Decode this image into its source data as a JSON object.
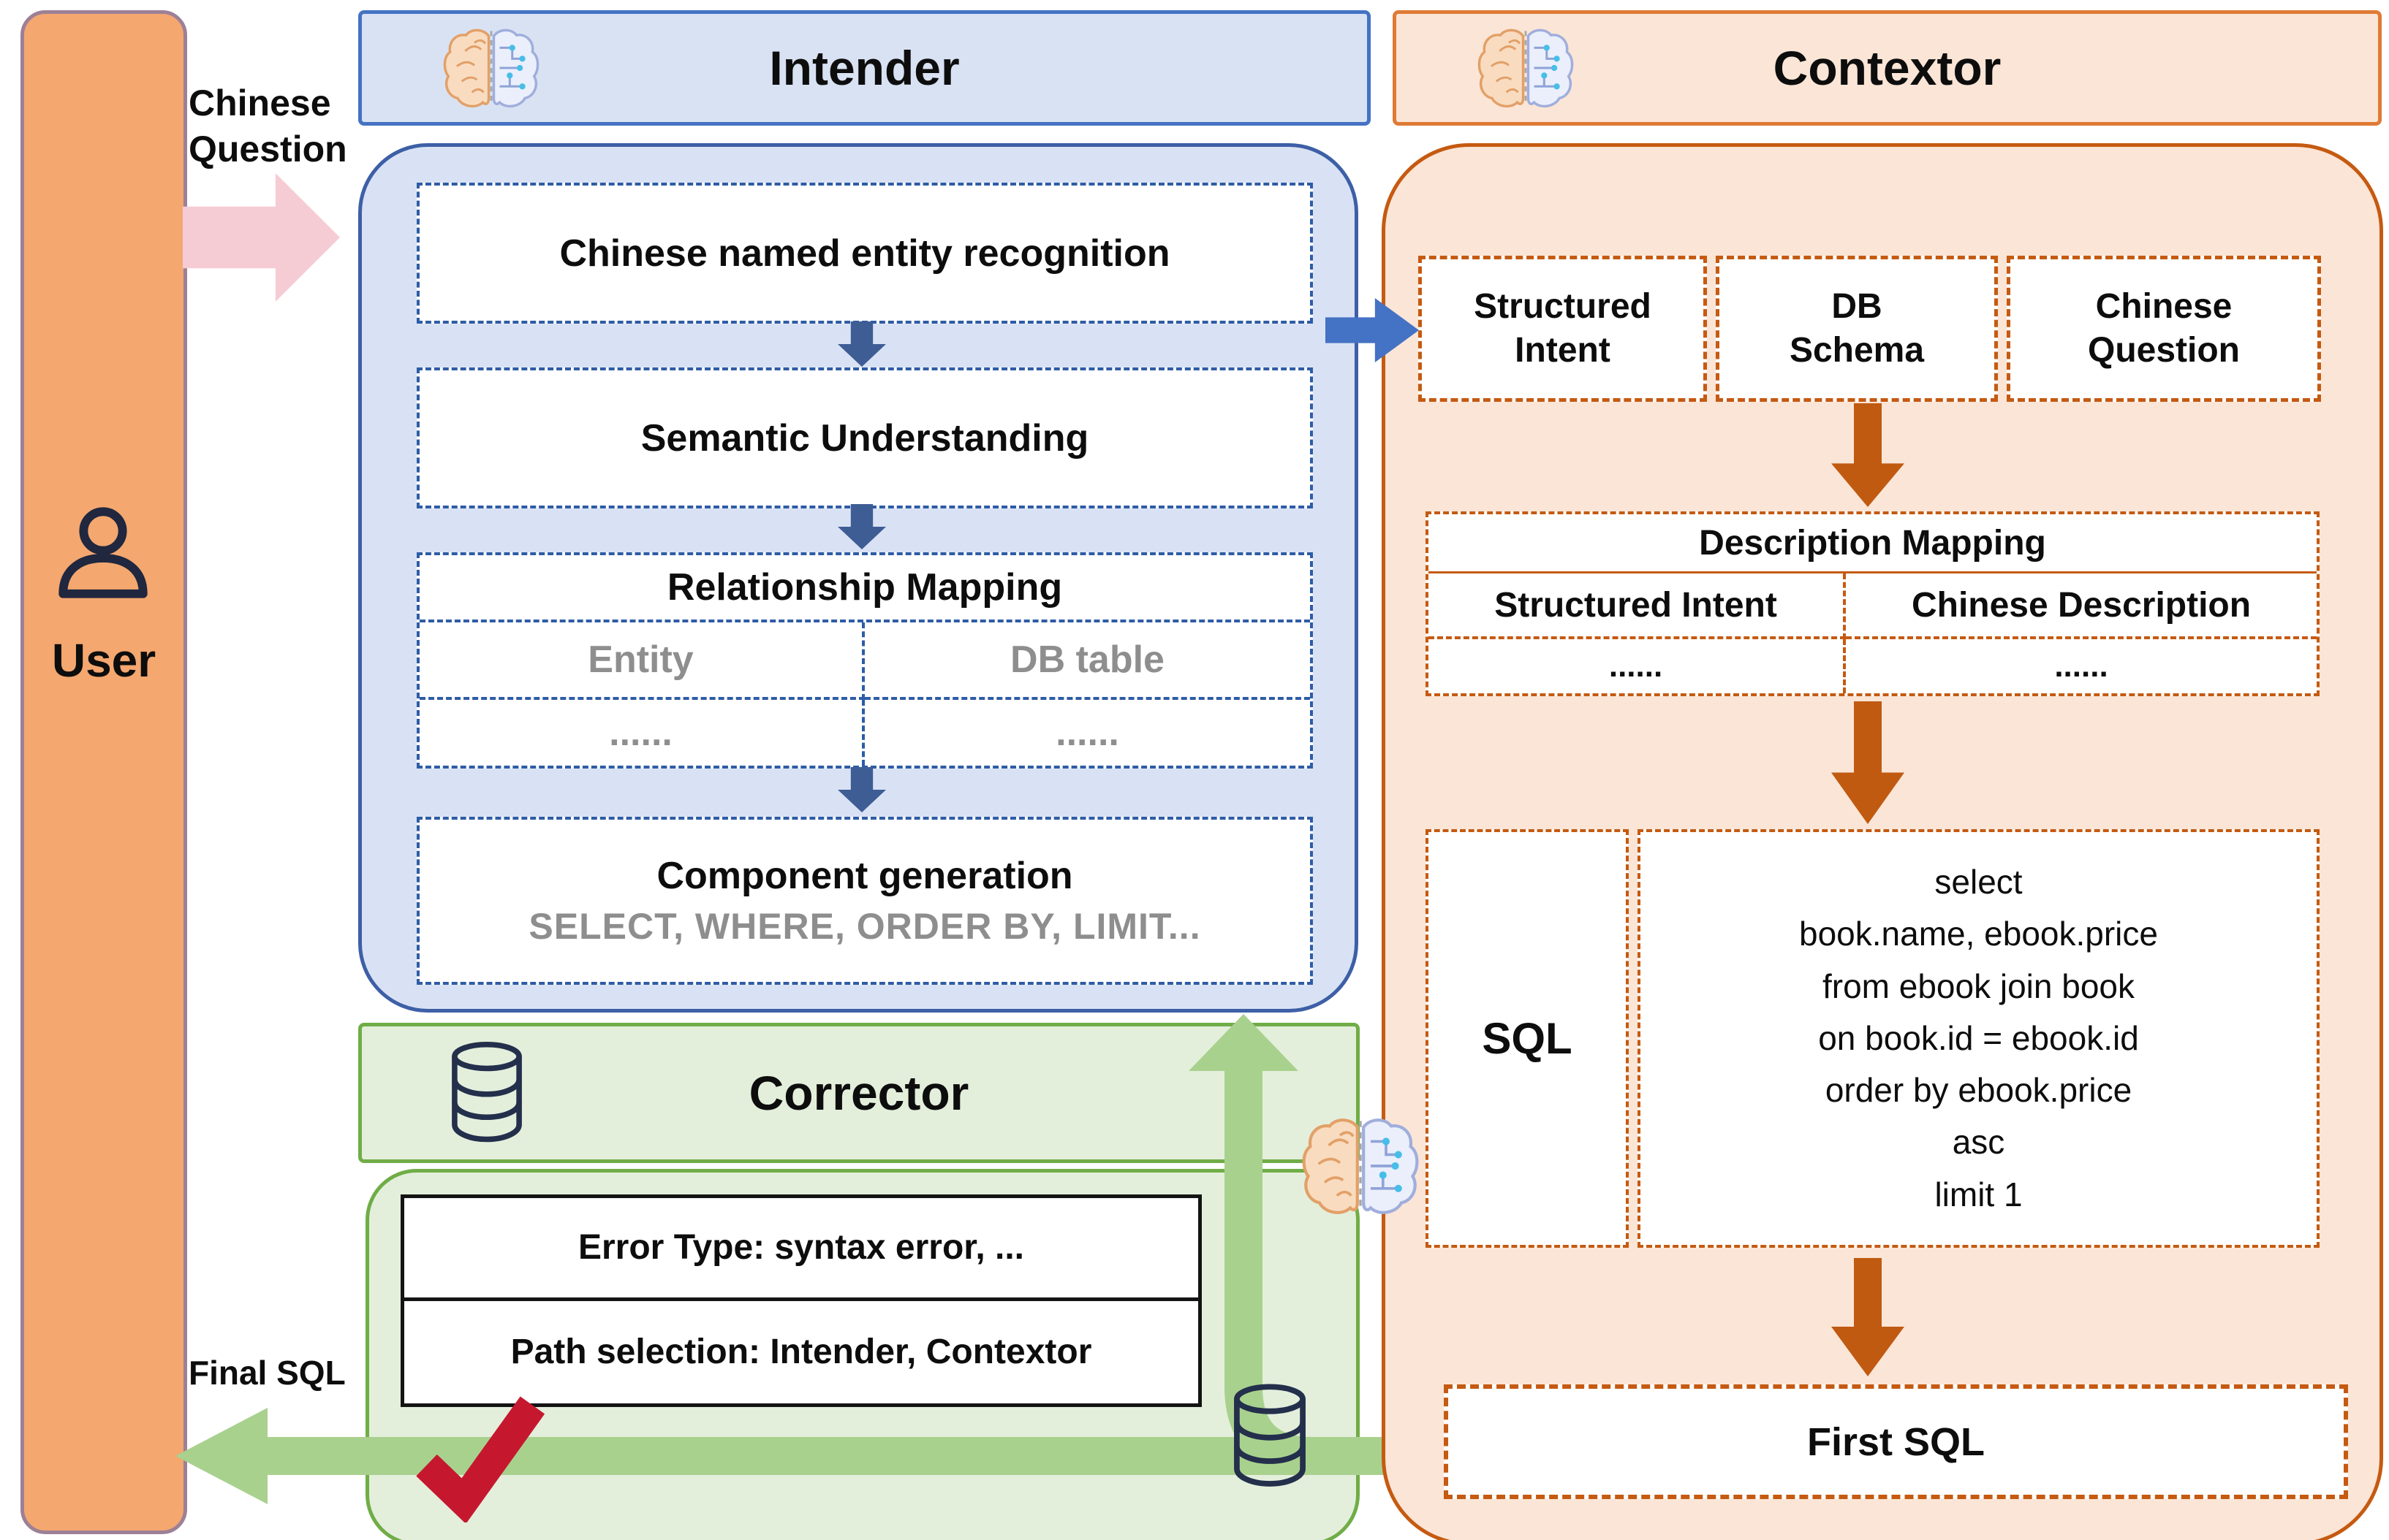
{
  "user": {
    "label": "User"
  },
  "flow": {
    "chinese_question": "Chinese\nQuestion",
    "final_sql": "Final SQL"
  },
  "intender": {
    "title": "Intender",
    "steps": {
      "ner": "Chinese named entity recognition",
      "semantic": "Semantic Understanding"
    },
    "relationship_mapping": {
      "title": "Relationship Mapping",
      "columns": {
        "entity": "Entity",
        "db_table": "DB table"
      },
      "rows": {
        "entity_dots": "......",
        "db_table_dots": "......"
      }
    },
    "component_generation": {
      "title": "Component generation",
      "examples": "SELECT、WHERE、ORDER BY、LIMIT..."
    }
  },
  "contextor": {
    "title": "Contextor",
    "inputs": {
      "structured_intent": "Structured\nIntent",
      "db_schema": "DB\nSchema",
      "chinese_question": "Chinese\nQuestion"
    },
    "description_mapping": {
      "title": "Description Mapping",
      "columns": {
        "structured_intent": "Structured Intent",
        "chinese_description": "Chinese Description"
      },
      "rows": {
        "structured_intent_dots": "......",
        "chinese_description_dots": "......"
      }
    },
    "sql": {
      "label": "SQL",
      "lines": [
        "select",
        "book.name, ebook.price",
        "from ebook join book",
        "on book.id = ebook.id",
        "order by ebook.price",
        "asc",
        "limit 1"
      ]
    },
    "first_sql": "First SQL"
  },
  "corrector": {
    "title": "Corrector",
    "error_type": "Error Type：syntax error、...",
    "path_selection": "Path selection：Intender、Contextor"
  },
  "colors": {
    "user_panel": "#F4A76F",
    "intender_fill": "#D9E2F4",
    "intender_border": "#4472C4",
    "intender_step_arrow": "#3E5D95",
    "contextor_fill": "#FBE5D6",
    "contextor_border": "#C55A11",
    "contextor_arrow": "#C05A11",
    "corrector_fill": "#E3EFDB",
    "corrector_border": "#70AD47",
    "flow_green": "#A9D18E",
    "flow_pink": "#F6CCD4",
    "flow_blue": "#4472C4",
    "check_red": "#C5182F",
    "muted_text": "#8E8E8E",
    "icon_navy": "#232F4B"
  }
}
